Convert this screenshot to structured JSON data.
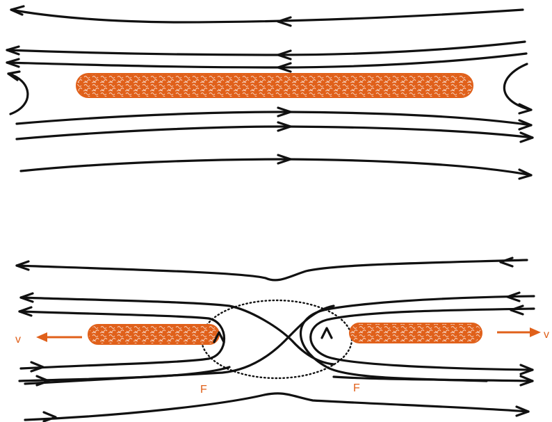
{
  "labels": {
    "velocity_left": "v",
    "velocity_right": "v",
    "force_left": "F",
    "force_right": "F"
  },
  "colors": {
    "accent": "#e0601a",
    "line": "#111111",
    "background": "#ffffff"
  }
}
